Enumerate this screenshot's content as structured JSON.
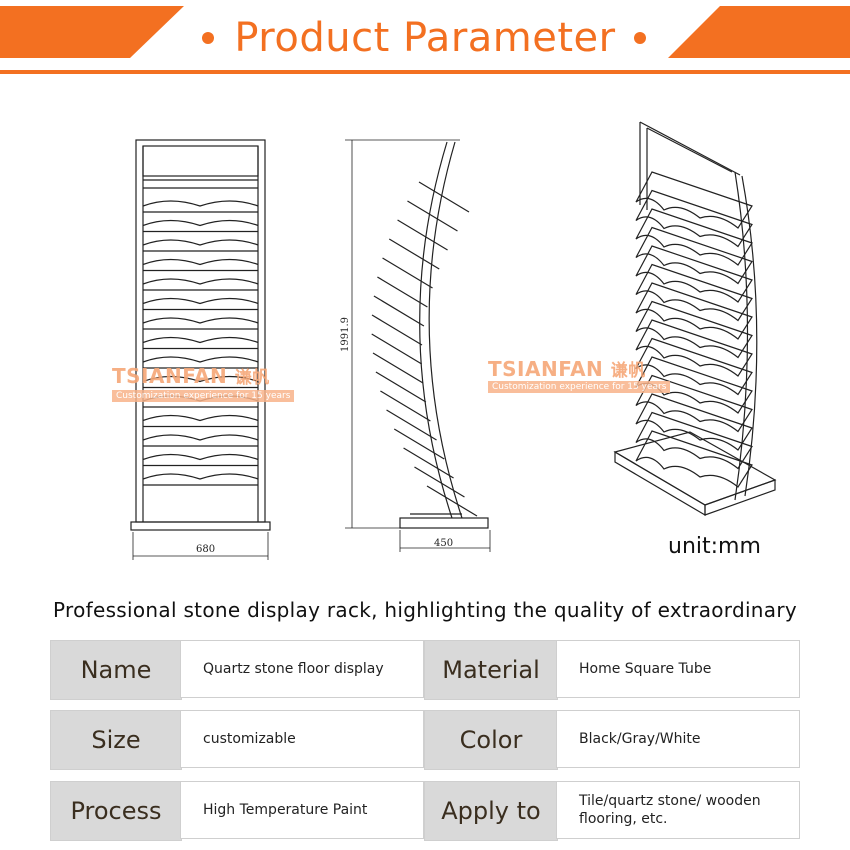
{
  "header": {
    "title": "Product Parameter",
    "accent_color": "#f37021"
  },
  "drawings": {
    "front_width_label": "680",
    "side_depth_label": "450",
    "height_label": "1991.9",
    "unit_label": "unit:mm",
    "watermark_brand": "TSIANFAN",
    "watermark_brand_cn": "谦帆",
    "watermark_tagline": "Customization experience for 15 years"
  },
  "subtitle": "Professional stone display rack, highlighting the quality of extraordinary",
  "params": {
    "rows": [
      {
        "l1": "Name",
        "v1": "Quartz stone floor display",
        "l2": "Material",
        "v2": "Home Square Tube"
      },
      {
        "l1": "Size",
        "v1": "customizable",
        "l2": "Color",
        "v2": "Black/Gray/White"
      },
      {
        "l1": "Process",
        "v1": "High Temperature Paint",
        "l2": "Apply to",
        "v2": "Tile/quartz stone/ wooden flooring, etc."
      }
    ]
  }
}
